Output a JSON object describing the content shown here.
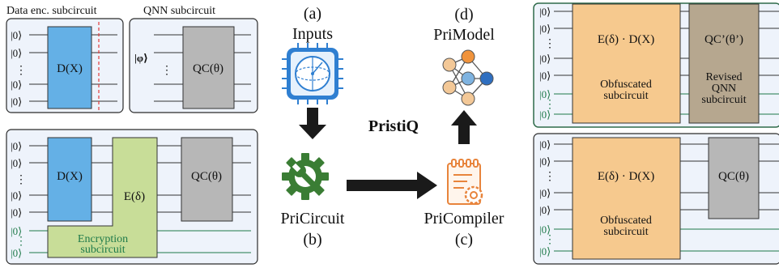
{
  "colors": {
    "panel_bg": "#eef3fb",
    "panel_border": "#2b2b2b",
    "panel_border_green": "#2f6b4a",
    "dx_fill": "#64b0e6",
    "qc_fill": "#b7b7b7",
    "enc_fill": "#c8dd98",
    "obf_fill": "#f6c98e",
    "revised_fill": "#b6a78f",
    "green_wire": "#1f7a4a",
    "red_dash": "#e23a3a",
    "arrow": "#1a1a1a",
    "gear_green": "#3a7d34",
    "compiler_orange": "#e8843c"
  },
  "labels": {
    "data_enc_title": "Data enc. subcircuit",
    "qnn_title": "QNN subcircuit",
    "ket0": "|0⟩",
    "ket_phi": "|φ⟩",
    "dots": "⋮",
    "dx": "D(X)",
    "qc": "QC(θ)",
    "qc_prime": "QC’(θ’)",
    "e_delta": "E(δ)",
    "e_delta_dx": "E(δ) · D(X)",
    "encryption_line1": "Encryption",
    "encryption_line2": "subcircuit",
    "obfuscated_line1": "Obfuscated",
    "obfuscated_line2": "subcircuit",
    "revised_line1": "Revised",
    "revised_line2": "QNN",
    "revised_line3": "subcircuit"
  },
  "pipeline": {
    "a_label": "(a)",
    "inputs": "Inputs",
    "b_label": "(b)",
    "pricircuit": "PriCircuit",
    "c_label": "(c)",
    "pricompiler": "PriCompiler",
    "d_label": "(d)",
    "primodel": "PriModel",
    "pristiq": "PristiQ"
  },
  "icons": {
    "inputs": "quantum-chip-icon",
    "pricircuit": "gear-wrench-icon",
    "pricompiler": "clipboard-gear-icon",
    "primodel": "neural-network-icon"
  }
}
